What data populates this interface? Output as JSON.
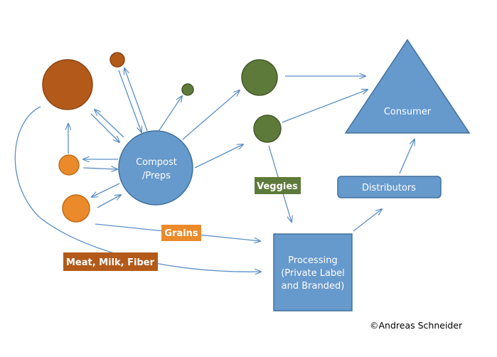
{
  "nodes": {
    "compost": {
      "line1": "Compost",
      "line2": "/Preps"
    },
    "consumer": {
      "label": "Consumer"
    },
    "distributors": {
      "label": "Distributors"
    },
    "processing": {
      "line1": "Processing",
      "line2": "(Private Label",
      "line3": "and Branded)"
    }
  },
  "tags": {
    "veggies": "Veggies",
    "grains": "Grains",
    "meat": "Meat, Milk, Fiber"
  },
  "copyright": "©Andreas Schneider",
  "colors": {
    "blue_fill": "#6699cc",
    "blue_stroke": "#41719c",
    "brown": "#b35a1a",
    "orange": "#ea8a2a",
    "olive": "#5e7a3a",
    "arrow": "#5b8fc5"
  }
}
